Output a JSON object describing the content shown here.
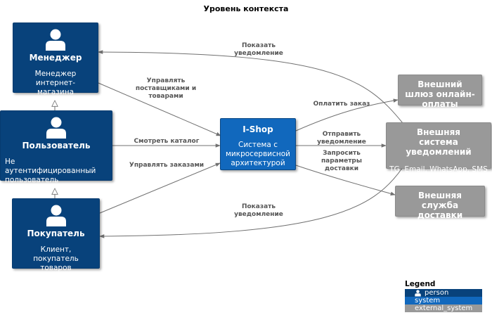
{
  "title": "Уровень контекста",
  "colors": {
    "person": "#08427b",
    "system": "#1168bd",
    "external": "#999999",
    "edge": "#707070"
  },
  "nodes": {
    "manager": {
      "name": "Менеджер",
      "desc": "Менеджер интернет-магазина",
      "icon": "person-icon"
    },
    "user": {
      "name": "Пользователь",
      "desc": "Не аутентифицированный пользователь",
      "icon": "person-icon"
    },
    "buyer": {
      "name": "Покупатель",
      "desc": "Клиент, покупатель товаров",
      "icon": "person-icon"
    },
    "ishop": {
      "name": "I-Shop",
      "desc": "Система с микросервисной архитектурой"
    },
    "payment": {
      "name": "Внешний шлюз онлайн-оплаты"
    },
    "notify": {
      "name": "Внешняя система уведомлений",
      "desc": "TG, Email, WhatsApp, SMS"
    },
    "delivery": {
      "name": "Внешняя служба доставки"
    }
  },
  "edges": {
    "notify_manager": "Показать уведомление",
    "manage_suppliers": "Управлять поставщиками и товарами",
    "view_catalog": "Смотреть каталог",
    "manage_orders": "Управлять заказами",
    "pay_order": "Оплатить заказ",
    "send_notification": "Отправить уведомление",
    "request_delivery": "Запросить параметры доставки",
    "notify_buyer": "Показать уведомление"
  },
  "legend": {
    "title": "Legend",
    "items": [
      {
        "label": "person",
        "color": "#08427b"
      },
      {
        "label": "system",
        "color": "#1168bd"
      },
      {
        "label": "external_system",
        "color": "#999999"
      }
    ]
  }
}
